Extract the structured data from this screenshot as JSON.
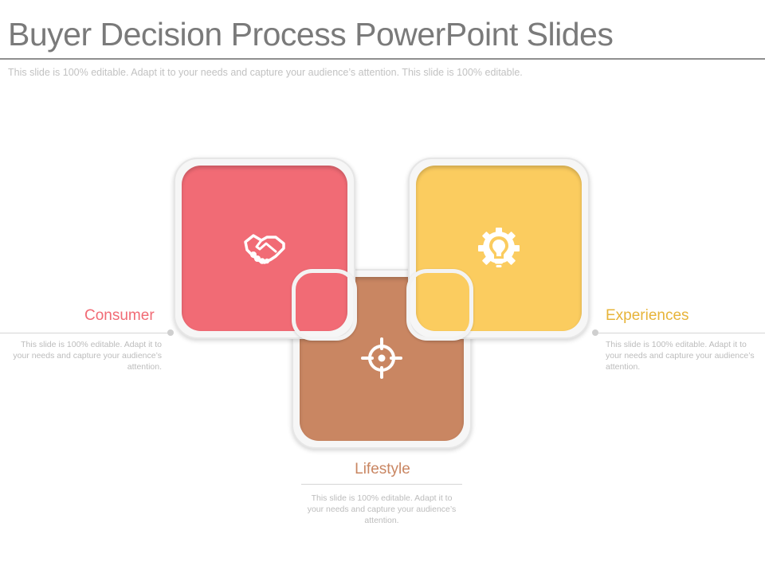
{
  "slide": {
    "title": "Buyer Decision Process PowerPoint Slides",
    "subtitle": "This slide is 100% editable. Adapt it to your needs and capture your audience’s attention. This slide is 100% editable."
  },
  "colors": {
    "consumer": "#f16b75",
    "lifestyle": "#c98662",
    "experiences": "#fbcc5f"
  },
  "items": {
    "consumer": {
      "label": "Consumer",
      "icon": "handshake-icon",
      "description": "This slide is 100% editable. Adapt it to your needs and capture your audience’s attention."
    },
    "lifestyle": {
      "label": "Lifestyle",
      "icon": "target-icon",
      "description": "This slide is 100% editable. Adapt it to your needs and capture your audience’s attention."
    },
    "experiences": {
      "label": "Experiences",
      "icon": "lightbulb-gear-icon",
      "description": "This slide is 100% editable. Adapt it to your needs and capture your audience’s attention."
    }
  }
}
